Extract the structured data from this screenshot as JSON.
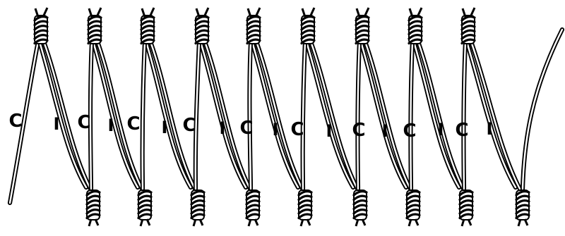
{
  "figure": {
    "labels": [
      "C",
      "I",
      "C",
      "I",
      "C",
      "I",
      "C",
      "I",
      "C",
      "I",
      "C",
      "I",
      "C",
      "I",
      "C",
      "I",
      "C",
      "I"
    ],
    "colors": {
      "ink": "#000000",
      "paper": "#ffffff"
    }
  }
}
